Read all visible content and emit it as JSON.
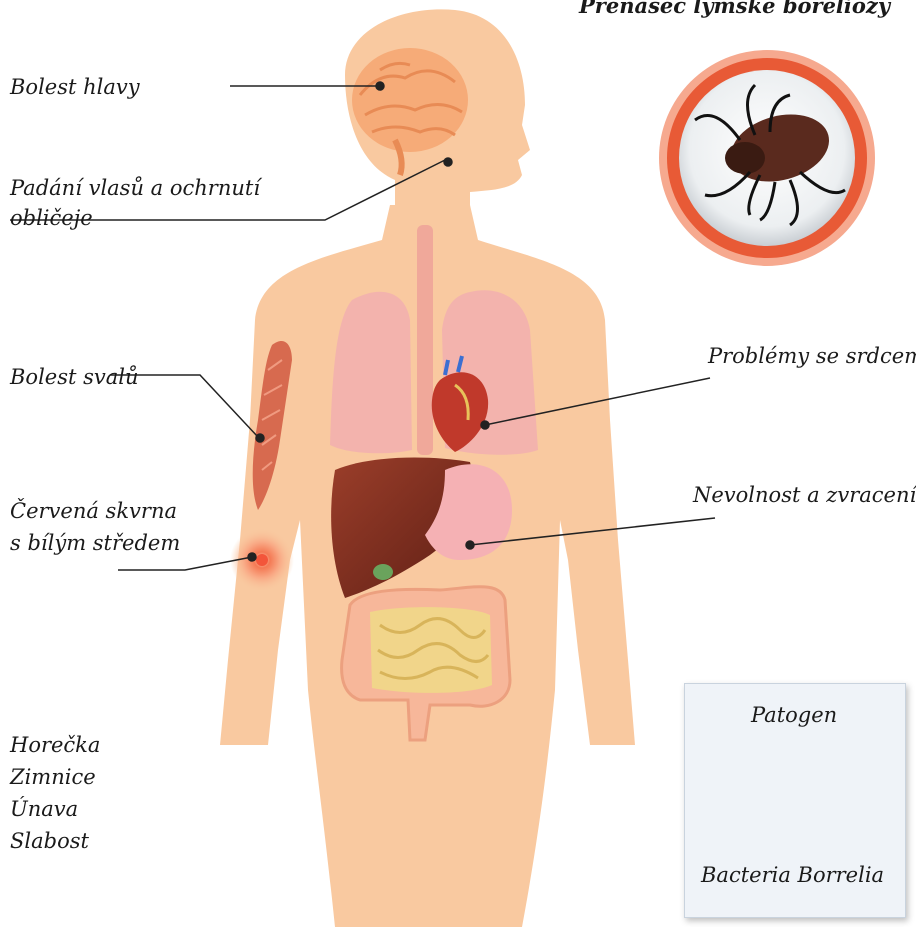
{
  "title": "Přenašeč lymské boreliózy",
  "labels": {
    "headache": "Bolest hlavy",
    "hair_face_1": "Padání vlasů a ochrnutí",
    "hair_face_2": "obličeje",
    "muscle": "Bolest svalů",
    "rash_1": "Červená skvrna",
    "rash_2": "s bílým středem",
    "heart": "Problémy se srdcem",
    "nausea": "Nevolnost a zvracení"
  },
  "general_symptoms": [
    "Horečka",
    "Zimnice",
    "Únava",
    "Slabost"
  ],
  "pathogen": {
    "heading": "Patogen",
    "name": "Bacteria Borrelia"
  },
  "colors": {
    "skin": "#f9c9a0",
    "lung": "#f3b3ad",
    "liver": "#8a3424",
    "intestine": "#f1d58a",
    "tick_ring": "#e85a36",
    "bacteria": "#7cb6e0"
  }
}
